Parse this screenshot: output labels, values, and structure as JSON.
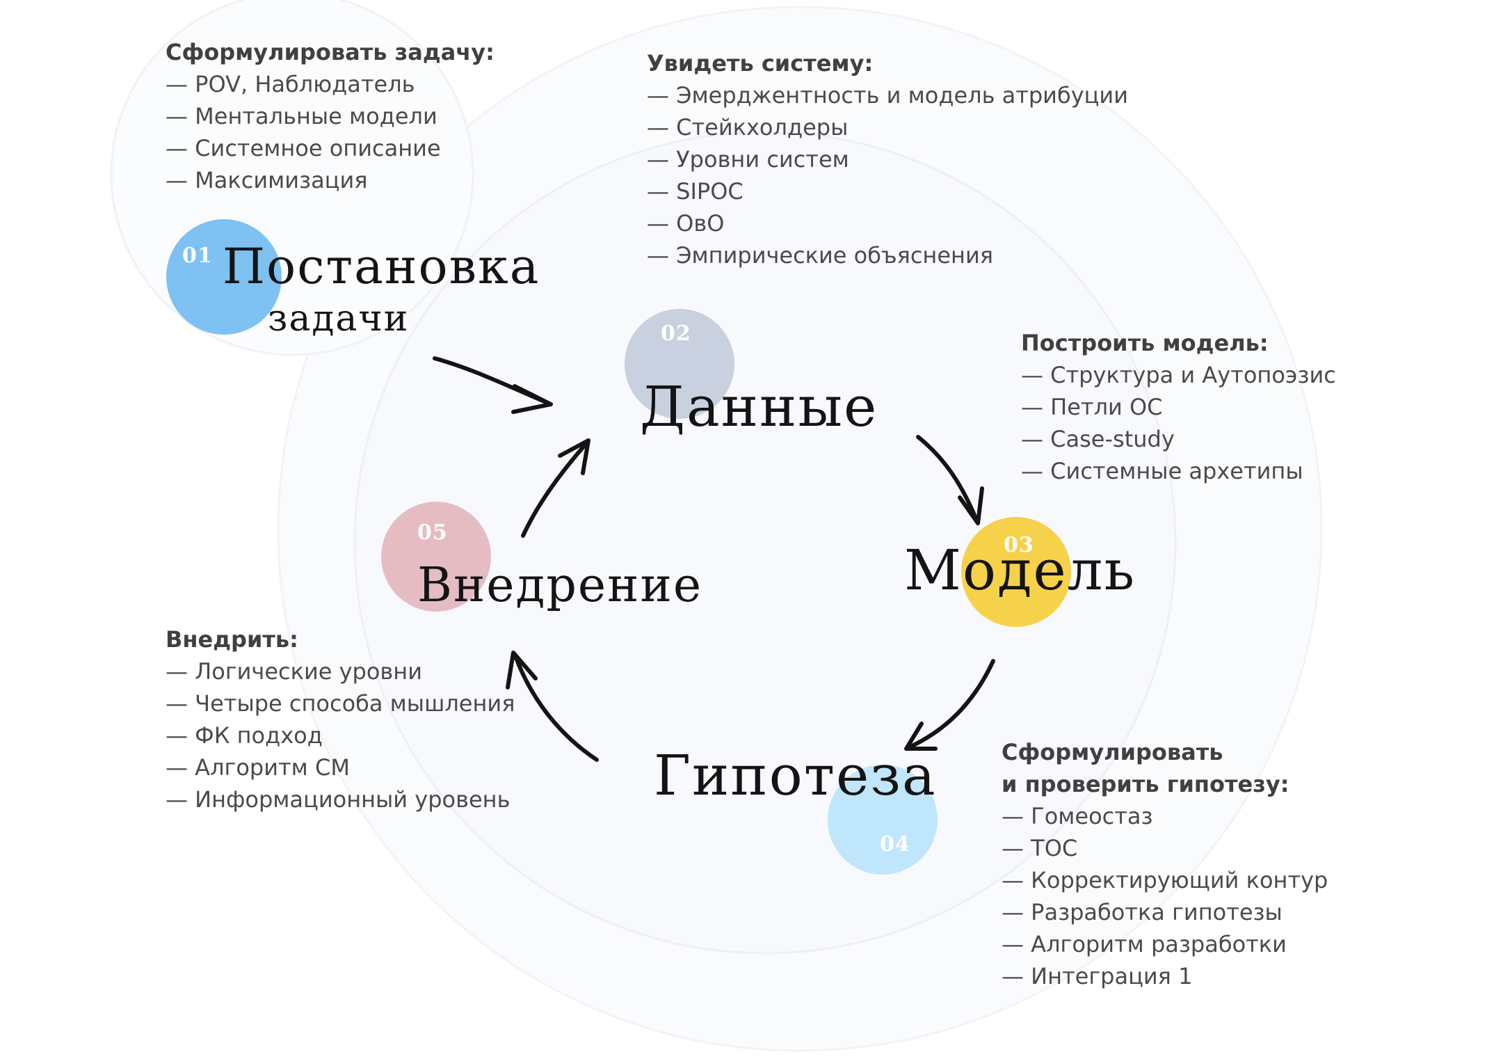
{
  "colors": {
    "stage1": "#7ec1f2",
    "stage2": "#c9d0df",
    "stage3": "#f6d14a",
    "stage4": "#bfe6fb",
    "stage5": "#e6bcc3",
    "ink": "#141414",
    "text": "#4a4a4a"
  },
  "stages": [
    {
      "num": "01",
      "label_line1": "Постановка",
      "label_line2": "задачи"
    },
    {
      "num": "02",
      "label_line1": "Данные"
    },
    {
      "num": "03",
      "label_line1": "Модель"
    },
    {
      "num": "04",
      "label_line1": "Гипотеза"
    },
    {
      "num": "05",
      "label_line1": "Внедрение"
    }
  ],
  "blocks": {
    "formulate_task": {
      "heading": "Сформулировать задачу:",
      "items": [
        "— POV, Наблюдатель",
        "— Ментальные модели",
        "— Системное описание",
        "— Максимизация"
      ]
    },
    "see_system": {
      "heading": "Увидеть систему:",
      "items": [
        "— Эмерджентность и модель атрибуции",
        "— Стейкхолдеры",
        "— Уровни систем",
        "— SIPOC",
        "— ОвО",
        "— Эмпирические объяснения"
      ]
    },
    "build_model": {
      "heading": "Построить модель:",
      "items": [
        "— Структура и Аутопоэзис",
        "— Петли ОС",
        "— Case-study",
        "— Системные архетипы"
      ]
    },
    "hypothesis": {
      "heading": "Сформулировать\nи проверить гипотезу:",
      "items": [
        "— Гомеостаз",
        "— ТОС",
        "— Корректирующий контур",
        "— Разработка гипотезы",
        "— Алгоритм разработки",
        "— Интеграция 1"
      ]
    },
    "implement": {
      "heading": "Внедрить:",
      "items": [
        "— Логические уровни",
        "— Четыре способа мышления",
        "— ФК подход",
        "— Алгоритм СМ",
        "— Информационный уровень"
      ]
    }
  }
}
